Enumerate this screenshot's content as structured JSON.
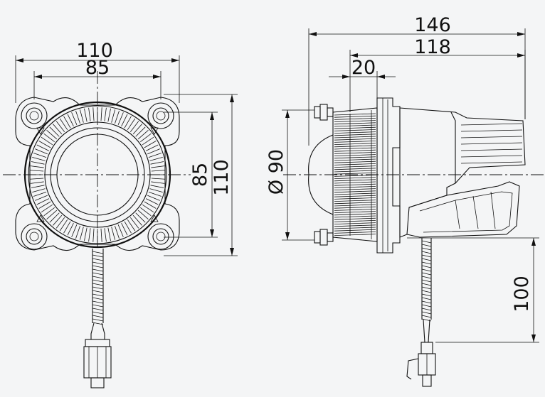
{
  "front_view": {
    "dim_width_outer": "110",
    "dim_width_inner": "85",
    "dim_height_inner": "85",
    "dim_height_outer": "110"
  },
  "side_view": {
    "dim_length_total": "146",
    "dim_length_body": "118",
    "dim_lens_offset": "20",
    "dim_diameter": "Ø 90",
    "dim_cable": "100"
  },
  "colors": {
    "background": "#f4f5f6",
    "line": "#111111"
  }
}
